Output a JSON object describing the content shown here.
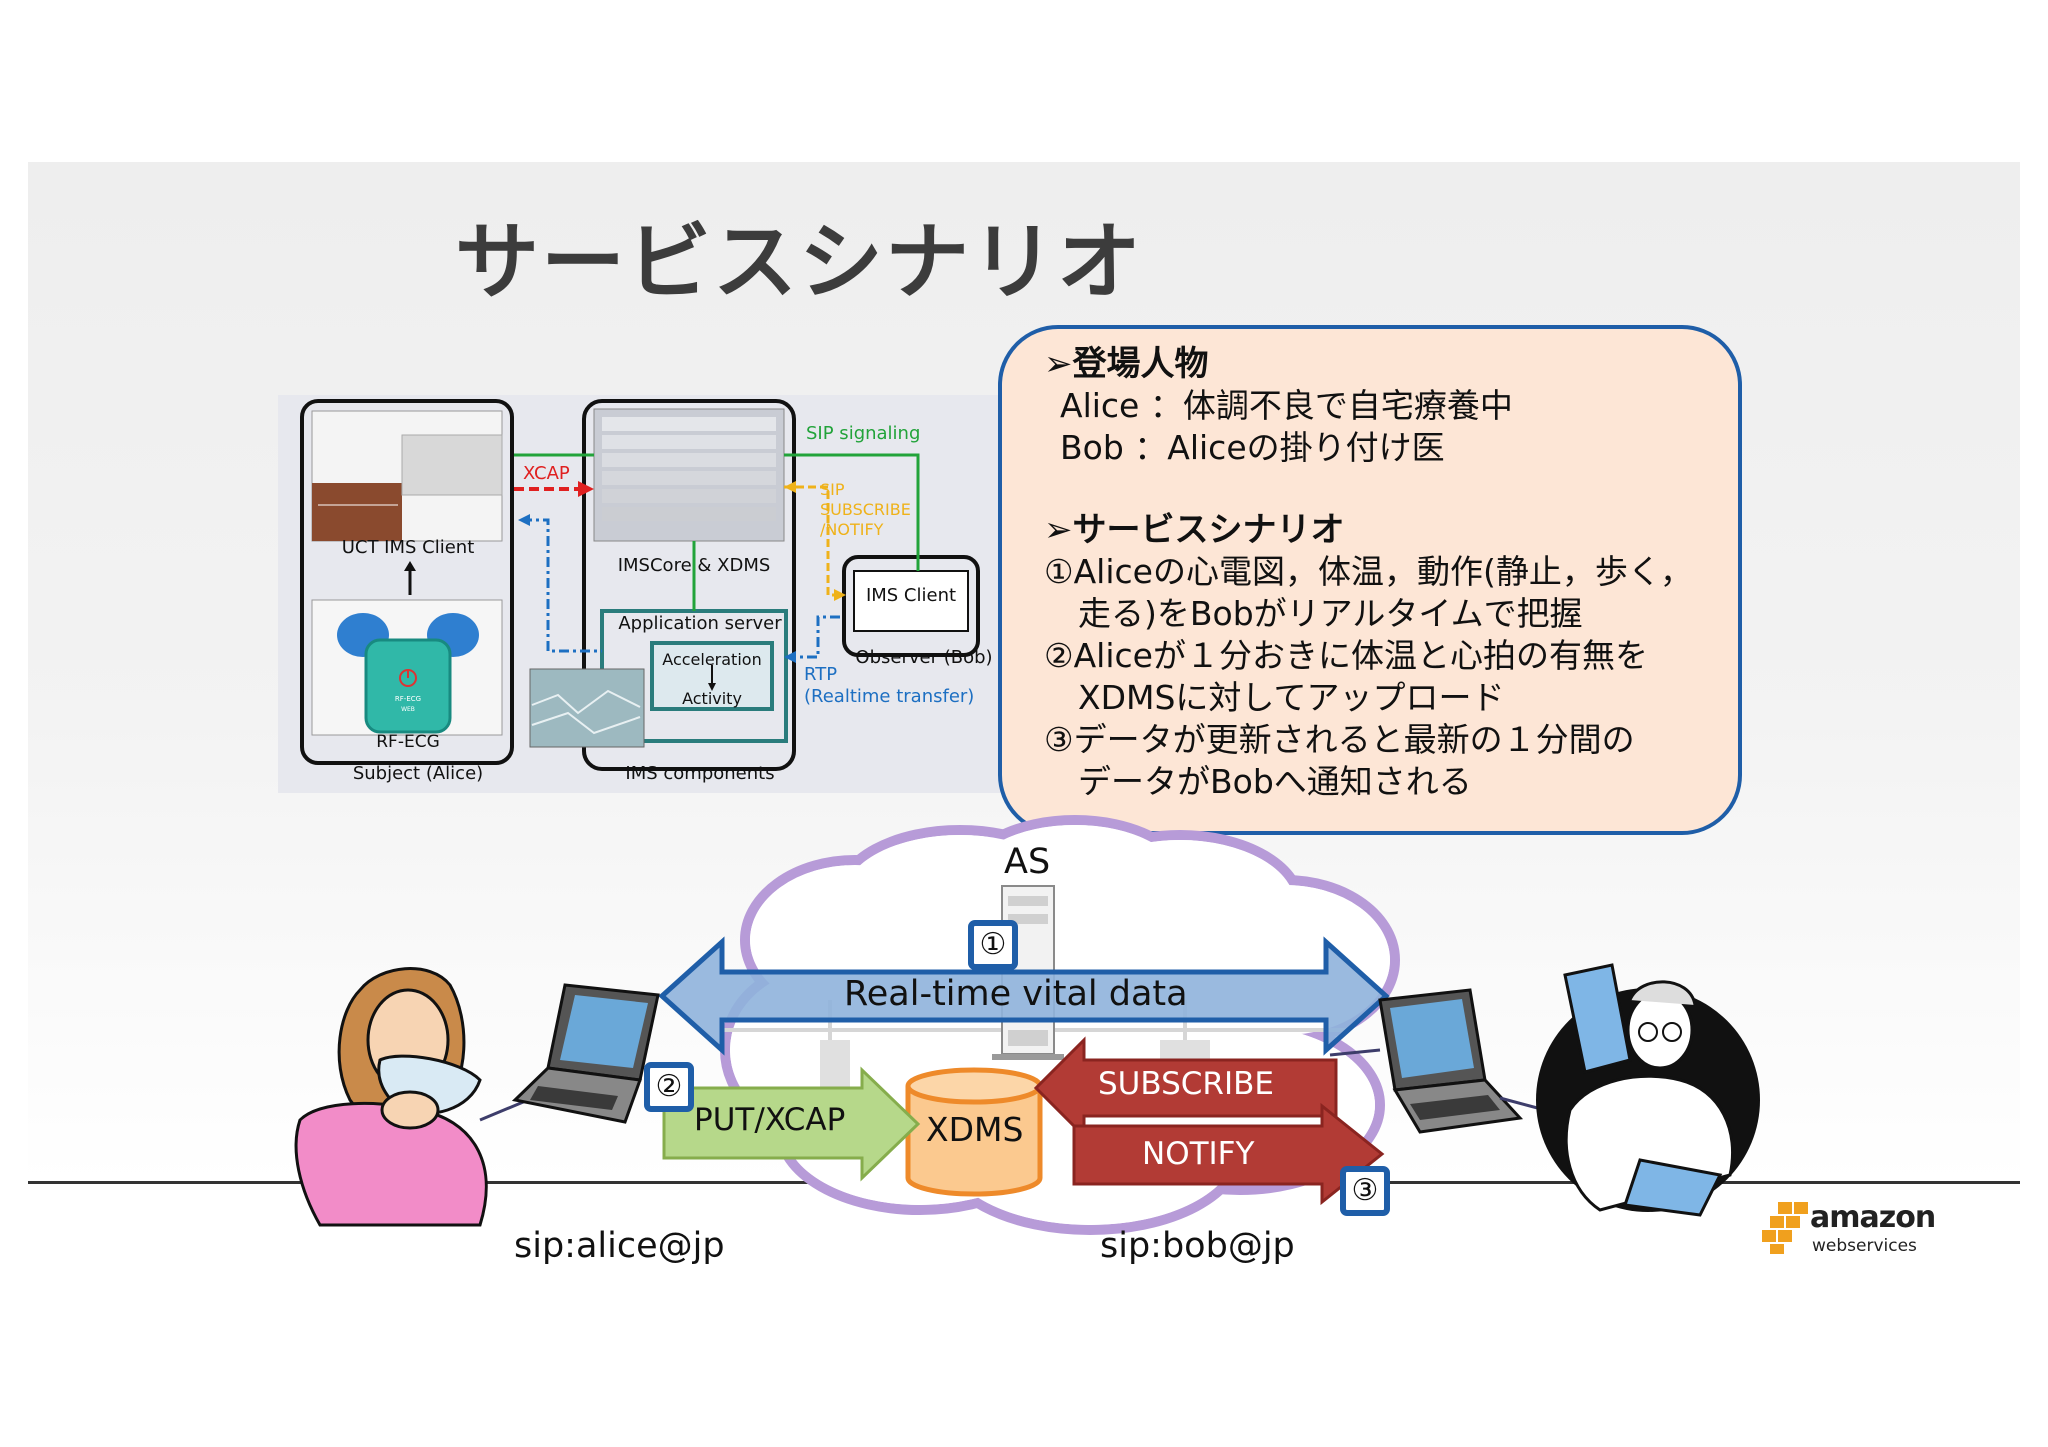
{
  "slide": {
    "title": "サービスシナリオ"
  },
  "infobox": {
    "section1_heading": "➢登場人物",
    "alice_line": "Alice ：体調不良で自宅療養中",
    "bob_line": "Bob ：Aliceの掛り付け医",
    "section2_heading": "➢サービスシナリオ",
    "step1_line1": "①Aliceの心電図，体温，動作(静止，歩く，",
    "step1_line2": "走る)をBobがリアルタイムで把握",
    "step2_line1": "②Aliceが１分おきに体温と心拍の有無を",
    "step2_line2": "XDMSに対してアップロード",
    "step3_line1": "③データが更新されると最新の１分間の",
    "step3_line2": "データがBobへ通知される"
  },
  "ims_figure": {
    "uct_client": "UCT IMS Client",
    "rf_ecg": "RF-ECG",
    "subject": "Subject (Alice)",
    "xcap": "XCAP",
    "ims_core": "IMSCore & XDMS",
    "sip_signaling": "SIP signaling",
    "sip_subscribe": "SIP",
    "sip_subscribe2": "SUBSCRIBE",
    "sip_subscribe3": "/NOTIFY",
    "ims_client": "IMS Client",
    "observer": "Observer (Bob)",
    "app_server": "Application server",
    "acceleration": "Acceleration",
    "activity": "Activity",
    "rtp": "RTP",
    "rtp2": "(Realtime transfer)",
    "ims_components": "IMS components",
    "device_label_1": "RF-ECG",
    "device_label_2": "WEB"
  },
  "network": {
    "as_label": "AS",
    "realtime_label": "Real-time vital data",
    "put_xcap": "PUT/XCAP",
    "xdms": "XDMS",
    "subscribe": "SUBSCRIBE",
    "notify": "NOTIFY",
    "badge1": "①",
    "badge2": "②",
    "badge3": "③",
    "alice_sip": "sip:alice@jp",
    "bob_sip": "sip:bob@jp"
  },
  "logo": {
    "brand": "amazon",
    "sub": "webservices"
  },
  "colors": {
    "accent_blue": "#1f5ea8",
    "box_fill": "#fde6d6",
    "arrow_blue": "#8fb3dc",
    "arrow_green": "#b6d88a",
    "arrow_red": "#b23b35",
    "xdms_fill": "#fbc98f",
    "aws_orange": "#f0a01e"
  }
}
